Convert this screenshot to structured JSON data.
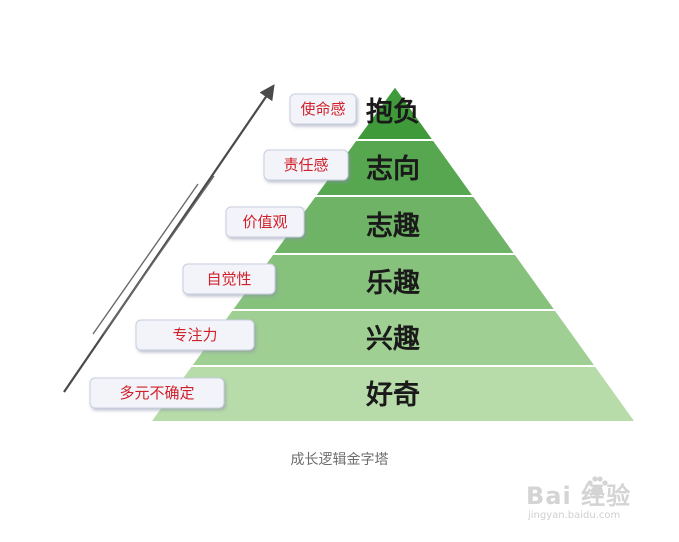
{
  "levels": [
    {
      "text": "抱负",
      "tag": "使命感"
    },
    {
      "text": "志向",
      "tag": "责任感"
    },
    {
      "text": "志趣",
      "tag": "价值观"
    },
    {
      "text": "乐趣",
      "tag": "自觉性"
    },
    {
      "text": "兴趣",
      "tag": "专注力"
    },
    {
      "text": "好奇",
      "tag": "多元不确定"
    }
  ],
  "caption": "成长逻辑金字塔",
  "watermark": {
    "brand": "Bai  经验",
    "url": "jingyan.baidu.com"
  },
  "colors": {
    "band_top": "#3f9a3a",
    "band_bottom": "#b7dca9",
    "tag_text": "#d0202a",
    "tag_fill": "#f3f4f9",
    "tag_border": "#c9cde0",
    "arrow": "#4a4a4a"
  }
}
